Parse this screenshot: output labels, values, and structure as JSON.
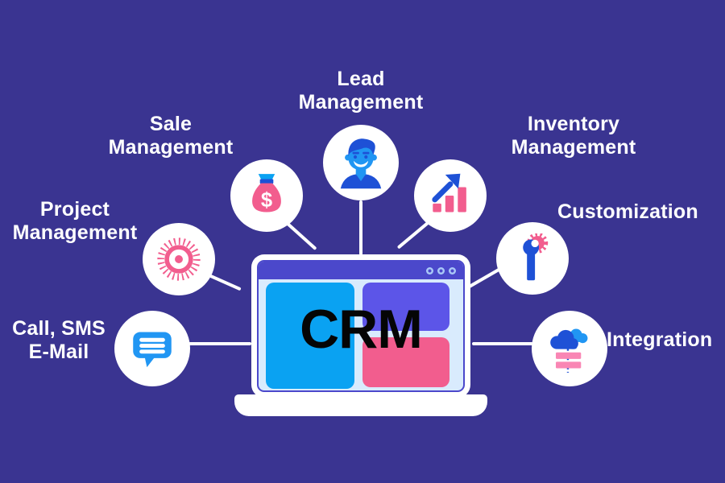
{
  "laptop": {
    "title": "CRM",
    "window_dot_count": 3
  },
  "nodes": [
    {
      "id": "lead-management",
      "label_line1": "Lead",
      "label_line2": "Management",
      "icon": "person-icon"
    },
    {
      "id": "sale-management",
      "label_line1": "Sale",
      "label_line2": "Management",
      "icon": "money-bag-icon"
    },
    {
      "id": "inventory-management",
      "label_line1": "Inventory",
      "label_line2": "Management",
      "icon": "growth-chart-icon"
    },
    {
      "id": "project-management",
      "label_line1": "Project",
      "label_line2": "Management",
      "icon": "gear-icon"
    },
    {
      "id": "customization",
      "label_line1": "Customization",
      "label_line2": "",
      "icon": "wrench-gear-icon"
    },
    {
      "id": "call-sms-email",
      "label_line1": "Call, SMS",
      "label_line2": "E-Mail",
      "icon": "chat-bubble-icon"
    },
    {
      "id": "integration",
      "label_line1": "Integration",
      "label_line2": "",
      "icon": "cloud-sync-icon"
    }
  ],
  "colors": {
    "background": "#3A3491",
    "node_circle": "#FFFFFF",
    "connector": "#FFFFFF",
    "label_text": "#FFFFFF",
    "crm_text": "#050505",
    "pink": "#F25D8E",
    "light_pink": "#F986B4",
    "azure": "#0AA2F2",
    "bright_blue": "#2196F3",
    "dark_blue": "#1E51D6",
    "purple_block": "#5C55E8",
    "titlebar": "#4B48CB",
    "screen_bg": "#D9EBFD"
  }
}
